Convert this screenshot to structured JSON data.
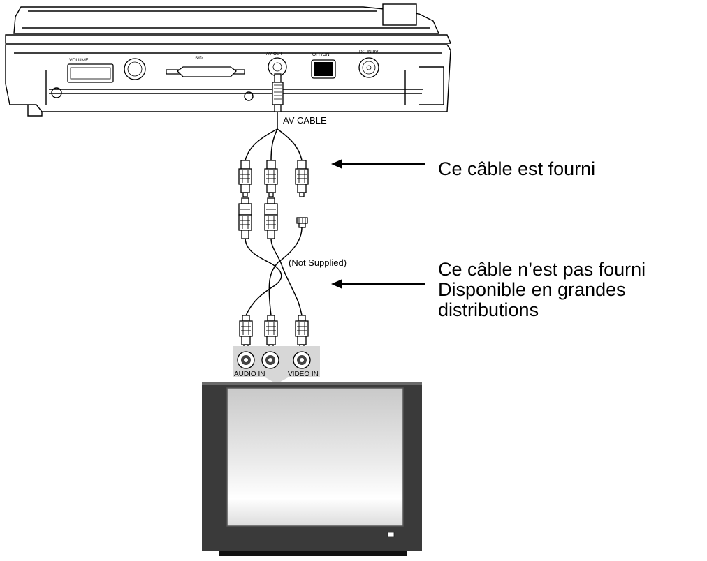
{
  "player": {
    "panel_labels": {
      "volume": "VOLUME",
      "card_slot": "S/D",
      "av_out": "AV OUT",
      "power": "OFF/ON",
      "dc_in": "DC IN 9V"
    },
    "cable_label": "AV CABLE"
  },
  "adapter_note": "(Not Supplied)",
  "tv_inputs": {
    "audio": "AUDIO IN",
    "video": "VIDEO IN"
  },
  "callouts": {
    "supplied": [
      "Ce câble est fourni"
    ],
    "not_supplied": [
      "Ce câble n’est pas fourni",
      "Disponible en grandes",
      "distributions"
    ]
  }
}
